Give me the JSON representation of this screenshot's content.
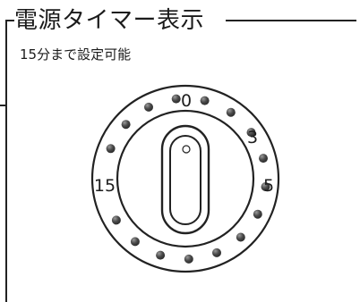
{
  "title": "電源タイマー表示",
  "note": "15分まで設定可能",
  "dial": {
    "labels": {
      "zero": "0",
      "three": "3",
      "five": "5",
      "fifteen": "15"
    },
    "indicator_dot_count": 16
  },
  "colors": {
    "line": "#222222",
    "dot": "#4a4a4a",
    "dot_highlight": "#9a9a9a",
    "background": "#ffffff"
  }
}
